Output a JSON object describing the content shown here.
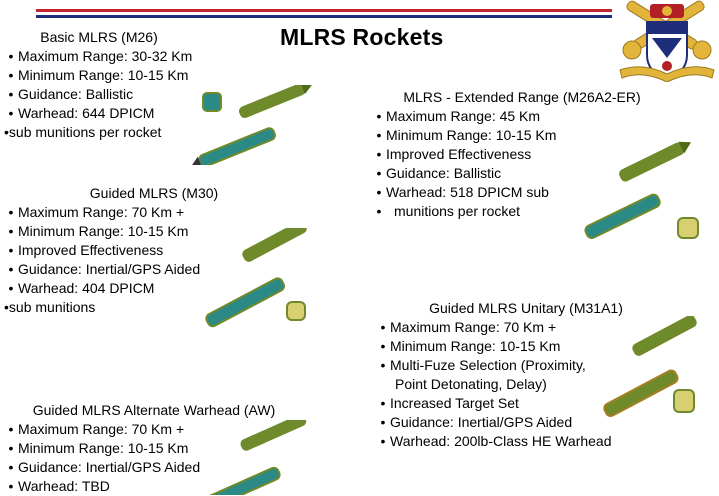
{
  "slide": {
    "title": "MLRS Rockets"
  },
  "sections": {
    "m26": {
      "heading": "Basic MLRS (M26)",
      "items": [
        "Maximum Range: 30-32 Km",
        "Minimum Range:  10-15 Km",
        "Guidance: Ballistic",
        "Warhead: 644 DPICM",
        "sub munitions per rocket"
      ]
    },
    "m26a2": {
      "heading": "MLRS - Extended Range (M26A2-ER)",
      "items": [
        "Maximum Range: 45 Km",
        "Minimum Range:  10-15 Km",
        "Improved Effectiveness",
        "Guidance: Ballistic",
        "Warhead: 518 DPICM sub",
        "munitions per rocket"
      ]
    },
    "m30": {
      "heading": "Guided MLRS (M30)",
      "items": [
        "Maximum Range: 70 Km +",
        "Minimum Range:  10-15 Km",
        "Improved Effectiveness",
        "Guidance: Inertial/GPS Aided",
        "Warhead: 404 DPICM",
        "sub munitions"
      ]
    },
    "m31a1": {
      "heading": "Guided MLRS Unitary (M31A1)",
      "items": [
        "Maximum Range: 70 Km +",
        "Minimum Range:  10-15 Km",
        "Multi-Fuze Selection (Proximity,",
        "Point Detonating, Delay)",
        "Increased Target Set",
        "Guidance: Inertial/GPS Aided",
        "Warhead: 200lb-Class HE Warhead"
      ]
    },
    "aw": {
      "heading": "Guided MLRS Alternate Warhead (AW)",
      "items": [
        "Maximum Range: 70 Km +",
        "Minimum Range:  10-15 Km",
        "Guidance: Inertial/GPS Aided",
        "Warhead: TBD"
      ]
    }
  },
  "icons": {
    "emblem": "artillery-branch-insignia",
    "rocket": "mlrs-rocket-illustration"
  },
  "colors": {
    "rule_red": "#c4242b",
    "rule_blue": "#1f2e7a",
    "rocket_green": "#6f8a2a",
    "rocket_teal": "#2c8a86",
    "emblem_gold": "#e2b53a",
    "emblem_red": "#b22026"
  }
}
